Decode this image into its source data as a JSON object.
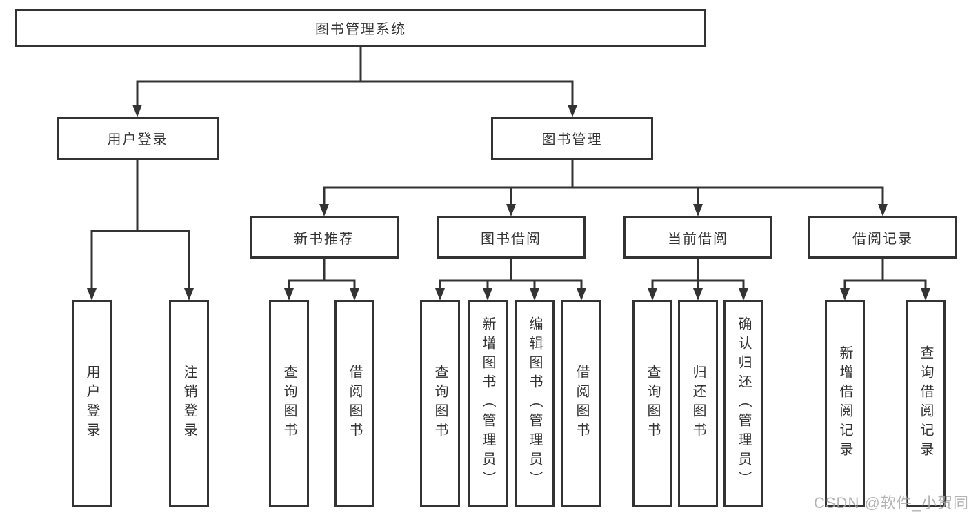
{
  "nodes": {
    "root": {
      "label": "图书管理系统"
    },
    "userLogin": {
      "label": "用户登录"
    },
    "bookMgmt": {
      "label": "图书管理"
    },
    "newBookRec": {
      "label": "新书推荐"
    },
    "bookBorrow": {
      "label": "图书借阅"
    },
    "currentBorrow": {
      "label": "当前借阅"
    },
    "borrowRecord": {
      "label": "借阅记录"
    },
    "leafUserLogin": {
      "label": "用户登录"
    },
    "leafLogoutLogin": {
      "label": "注销登录"
    },
    "recQueryBook": {
      "label": "查询图书"
    },
    "recBorrowBook": {
      "label": "借阅图书"
    },
    "bbQueryBook": {
      "label": "查询图书"
    },
    "bbAddBook": {
      "label": "新增图书（管理员）"
    },
    "bbEditBook": {
      "label": "编辑图书（管理员）"
    },
    "bbBorrowBook": {
      "label": "借阅图书"
    },
    "cbQueryBook": {
      "label": "查询图书"
    },
    "cbReturnBook": {
      "label": "归还图书"
    },
    "cbConfirmReturn": {
      "label": "确认归还（管理员）"
    },
    "brAddRecord": {
      "label": "新增借阅记录"
    },
    "brQueryRecord": {
      "label": "查询借阅记录"
    }
  },
  "watermark": {
    "text": "CSDN @软件_小贺同学"
  },
  "colors": {
    "line": "#333333",
    "text": "#333333",
    "box_background": "#ffffff",
    "page_background": "#ffffff",
    "watermark": "#a6a6a6"
  }
}
